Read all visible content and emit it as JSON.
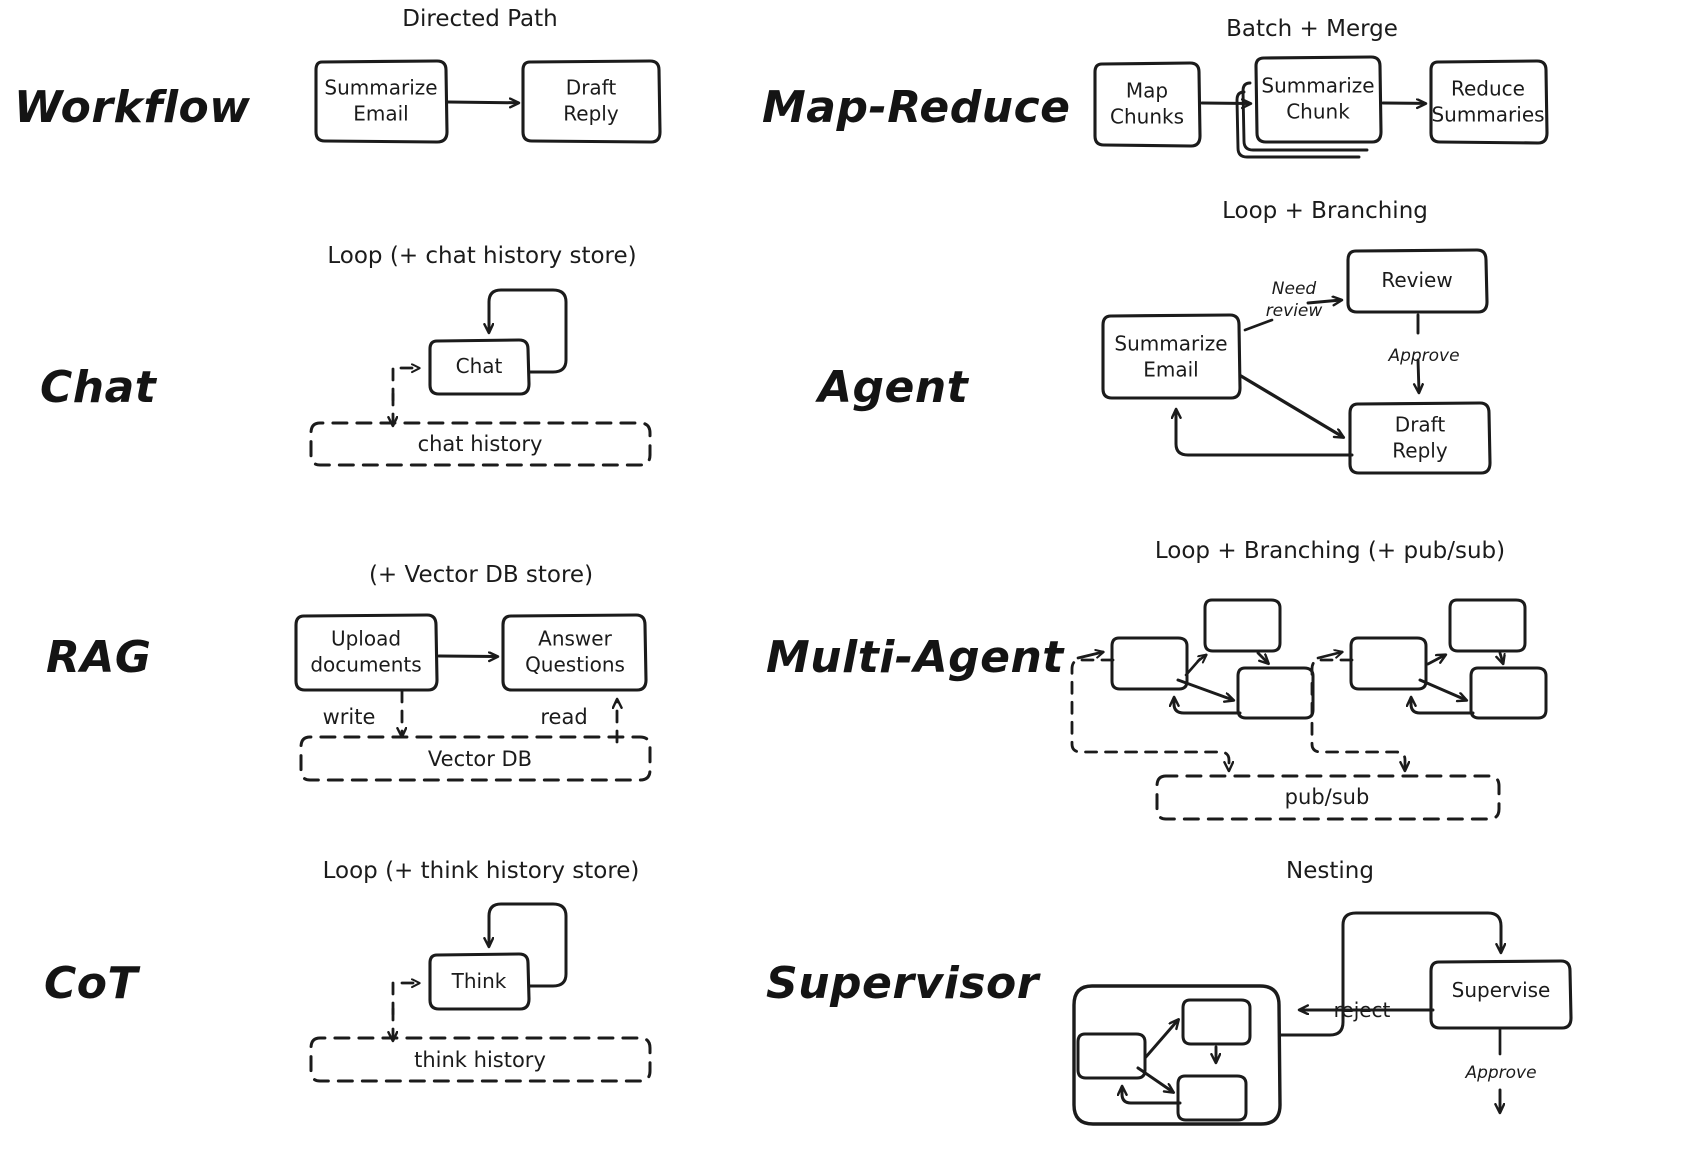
{
  "meta": {
    "title": "Agentic patterns cheat sheet",
    "background": "#ffffff",
    "ink": "#1b1b1b",
    "style": "hand-drawn excalidraw"
  },
  "rows": [
    {
      "category": "Workflow",
      "caption": "Directed Path",
      "nodes": [
        "Summarize\nEmail",
        "Draft\nReply"
      ],
      "edges": [
        {
          "from": "Summarize Email",
          "to": "Draft Reply",
          "label": ""
        }
      ],
      "stores": []
    },
    {
      "category": "Map-Reduce",
      "caption": "Batch + Merge",
      "nodes": [
        "Map\nChunks",
        "Summarize\nChunk",
        "Reduce\nSummaries"
      ],
      "stacked_node": "Summarize\nChunk",
      "edges": [
        {
          "from": "Map Chunks",
          "to": "Summarize Chunk",
          "label": ""
        },
        {
          "from": "Summarize Chunk",
          "to": "Reduce Summaries",
          "label": ""
        }
      ],
      "stores": []
    },
    {
      "category": "Chat",
      "caption": "Loop (+ chat history store)",
      "nodes": [
        "Chat"
      ],
      "edges": [
        {
          "from": "Chat",
          "to": "Chat",
          "label": ""
        }
      ],
      "stores": [
        "chat history"
      ]
    },
    {
      "category": "Agent",
      "caption": "Loop + Branching",
      "nodes": [
        "Summarize\nEmail",
        "Review",
        "Draft\nReply"
      ],
      "edges": [
        {
          "from": "Summarize Email",
          "to": "Review",
          "label": "Need\nreview"
        },
        {
          "from": "Review",
          "to": "Draft Reply",
          "label": "Approve"
        },
        {
          "from": "Summarize Email",
          "to": "Draft Reply",
          "label": ""
        },
        {
          "from": "Draft Reply",
          "to": "Summarize Email",
          "label": ""
        }
      ],
      "stores": []
    },
    {
      "category": "RAG",
      "caption": "(+ Vector DB store)",
      "nodes": [
        "Upload\ndocuments",
        "Answer\nQuestions"
      ],
      "edges": [
        {
          "from": "Upload documents",
          "to": "Answer Questions",
          "label": ""
        },
        {
          "from": "Upload documents",
          "to": "Vector DB",
          "label": "write"
        },
        {
          "from": "Vector DB",
          "to": "Answer Questions",
          "label": "read"
        }
      ],
      "stores": [
        "Vector DB"
      ]
    },
    {
      "category": "Multi-Agent",
      "caption": "Loop + Branching (+ pub/sub)",
      "nodes": [
        "",
        "",
        "",
        "",
        "",
        ""
      ],
      "edges": [],
      "stores": [
        "pub/sub"
      ]
    },
    {
      "category": "CoT",
      "caption": "Loop (+ think history store)",
      "nodes": [
        "Think"
      ],
      "edges": [
        {
          "from": "Think",
          "to": "Think",
          "label": ""
        }
      ],
      "stores": [
        "think history"
      ]
    },
    {
      "category": "Supervisor",
      "caption": "Nesting",
      "nodes": [
        "",
        "",
        "",
        "Supervise"
      ],
      "edges": [
        {
          "from": "Supervise",
          "to": "subgraph",
          "label": "reject"
        },
        {
          "from": "Supervise",
          "to": "out",
          "label": "Approve"
        }
      ],
      "stores": []
    }
  ],
  "labels": {
    "cat_workflow": "Workflow",
    "cat_map_reduce": "Map-Reduce",
    "cat_chat": "Chat",
    "cat_agent": "Agent",
    "cat_rag": "RAG",
    "cat_multi_agent": "Multi-Agent",
    "cat_cot": "CoT",
    "cat_supervisor": "Supervisor",
    "cap_directed_path": "Directed Path",
    "cap_batch_merge": "Batch + Merge",
    "cap_loop_chat": "Loop (+ chat history store)",
    "cap_loop_branching": "Loop + Branching",
    "cap_vector_db": "(+ Vector DB store)",
    "cap_loop_branching_pubsub": "Loop + Branching (+ pub/sub)",
    "cap_loop_think": "Loop (+ think history store)",
    "cap_nesting": "Nesting",
    "n_summarize_email": "Summarize\nEmail",
    "n_draft_reply": "Draft\nReply",
    "n_map_chunks": "Map\nChunks",
    "n_summarize_chunk": "Summarize\nChunk",
    "n_reduce_summaries": "Reduce\nSummaries",
    "n_chat": "Chat",
    "n_review": "Review",
    "n_summarize_email2": "Summarize\nEmail",
    "n_draft_reply2": "Draft\nReply",
    "n_upload_documents": "Upload\ndocuments",
    "n_answer_questions": "Answer\nQuestions",
    "n_think": "Think",
    "n_supervise": "Supervise",
    "s_chat_history": "chat history",
    "s_vector_db": "Vector DB",
    "s_pub_sub": "pub/sub",
    "s_think_history": "think history",
    "e_need_review": "Need\nreview",
    "e_approve": "Approve",
    "e_write": "write",
    "e_read": "read",
    "e_reject": "reject",
    "e_approve2": "Approve"
  }
}
